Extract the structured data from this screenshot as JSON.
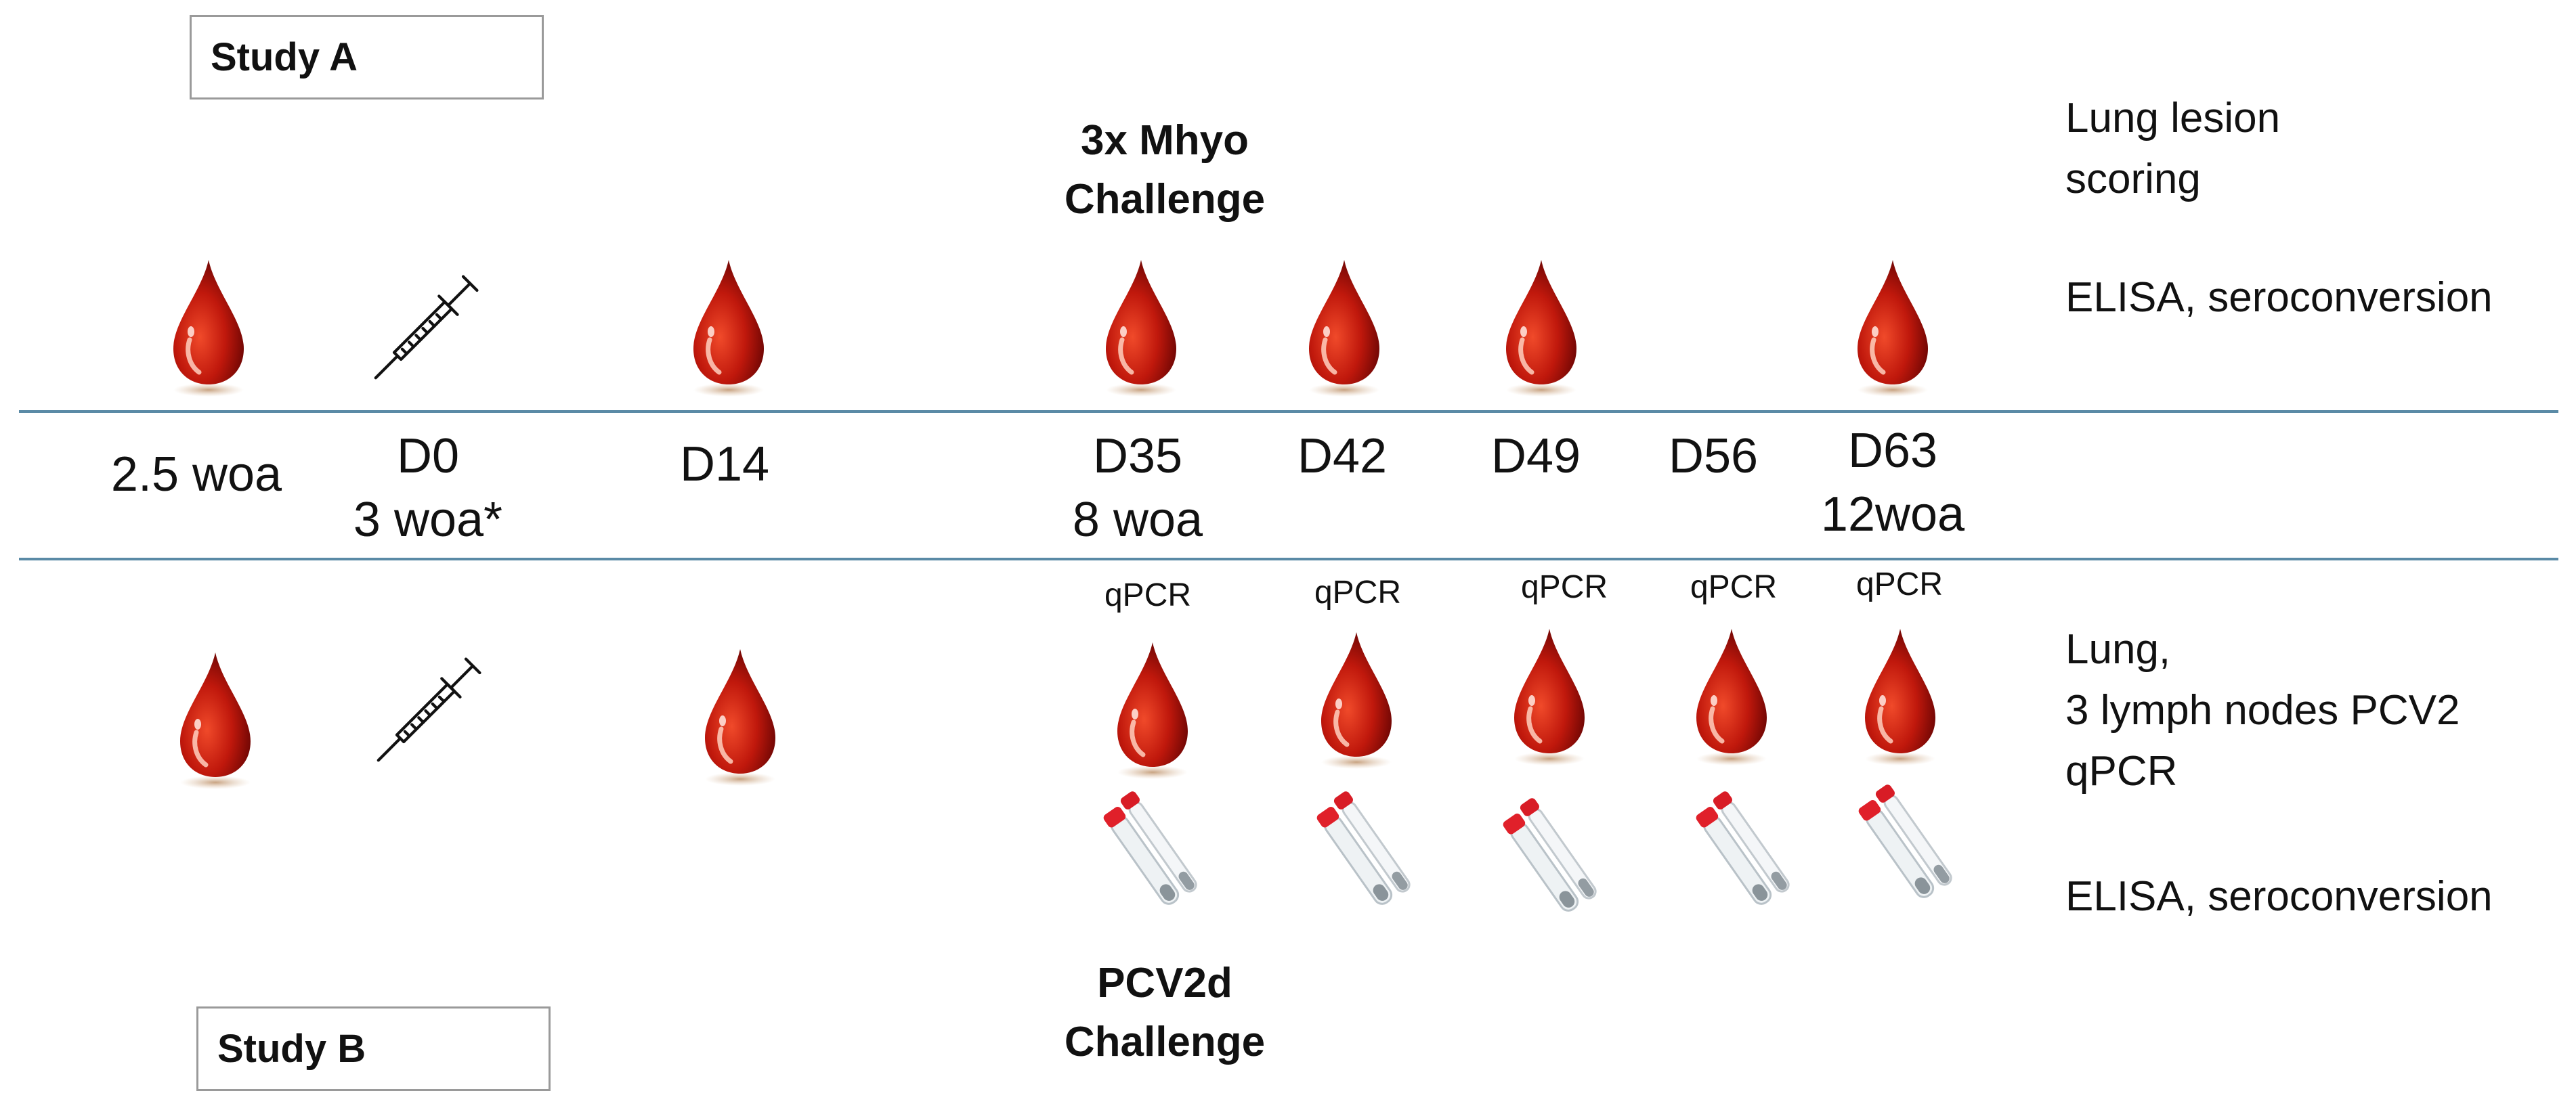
{
  "studies": {
    "a": "Study A",
    "b": "Study B"
  },
  "timeline": [
    {
      "id": "t1",
      "line1": "2.5 woa",
      "line2": ""
    },
    {
      "id": "t2",
      "line1": "D0",
      "line2": "3 woa*"
    },
    {
      "id": "t3",
      "line1": "D14",
      "line2": ""
    },
    {
      "id": "t4",
      "line1": "D35",
      "line2": "8 woa"
    },
    {
      "id": "t5",
      "line1": "D42",
      "line2": ""
    },
    {
      "id": "t6",
      "line1": "D49",
      "line2": ""
    },
    {
      "id": "t7",
      "line1": "D56",
      "line2": ""
    },
    {
      "id": "t8",
      "line1": "D63",
      "line2": "12woa"
    }
  ],
  "challenges": {
    "mhyo": [
      "3x Mhyo",
      "Challenge"
    ],
    "pcv2d": [
      "PCV2d",
      "Challenge"
    ]
  },
  "qpcr_label": "qPCR",
  "study_a_outcomes": {
    "lung": [
      "Lung lesion",
      "scoring"
    ],
    "elisa": "ELISA, seroconversion"
  },
  "study_b_outcomes": {
    "pcv2": [
      "Lung,",
      "3 lymph nodes PCV2",
      "qPCR"
    ],
    "elisa": "ELISA, seroconversion"
  },
  "icons": {
    "blood": "blood-drop-icon",
    "syringe": "syringe-icon",
    "swab": "swab-tube-icon"
  },
  "colors": {
    "blood": "#b5160c",
    "line": "#5a8aa6",
    "swab_cap": "#e0202a"
  }
}
